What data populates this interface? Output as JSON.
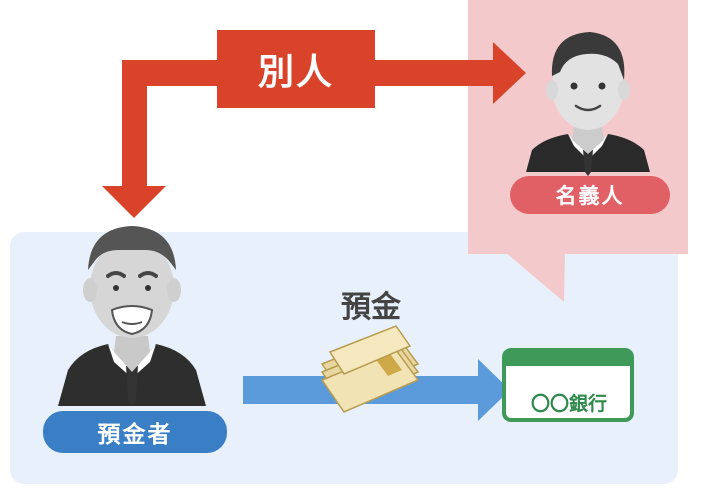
{
  "labels": {
    "different_person": "別人",
    "nominee": "名義人",
    "deposit": "預金",
    "depositor": "預金者",
    "bank_name": "〇〇銀行"
  },
  "colors": {
    "panel_blue": "#e8f1fb",
    "panel_pink": "#f4c9cc",
    "arrow_red": "#d9432a",
    "arrow_blue": "#5b9bdc",
    "badge_blue": "#3a7fc6",
    "badge_pink": "#e06066",
    "bank_green": "#2e8a4a"
  },
  "icons": [
    "elderly-man-icon",
    "young-man-icon",
    "cash-bundle-icon",
    "bank-card-icon"
  ]
}
